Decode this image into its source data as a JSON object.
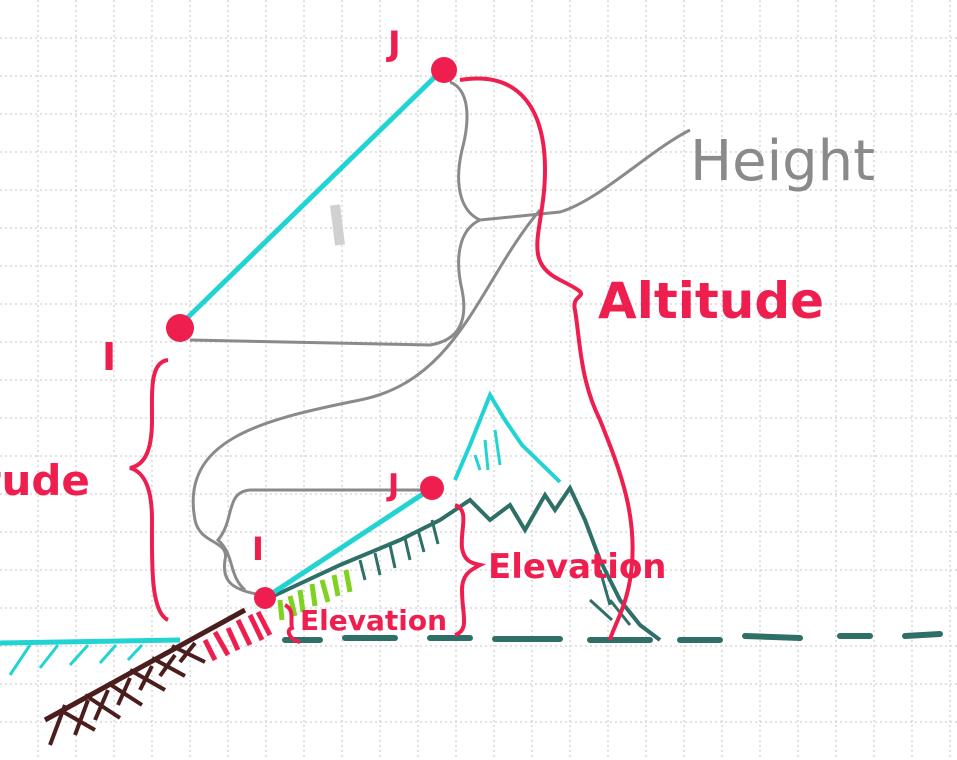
{
  "labels": {
    "point_i_upper": "I",
    "point_j_upper": "J",
    "point_i_lower": "I",
    "point_j_lower": "J",
    "height": "Height",
    "altitude_right": "Altitude",
    "altitude_left": "Altitude",
    "elevation_upper": "Elevation",
    "elevation_lower": "Elevation"
  },
  "colors": {
    "paper": "#ffffff",
    "grid": "#d9d9d9",
    "red": "#ee1f4f",
    "cyan": "#22d3d3",
    "gray": "#8a8a8a",
    "dark_teal": "#2e6f68",
    "green": "#7ed321",
    "brown": "#4b1d1d"
  }
}
